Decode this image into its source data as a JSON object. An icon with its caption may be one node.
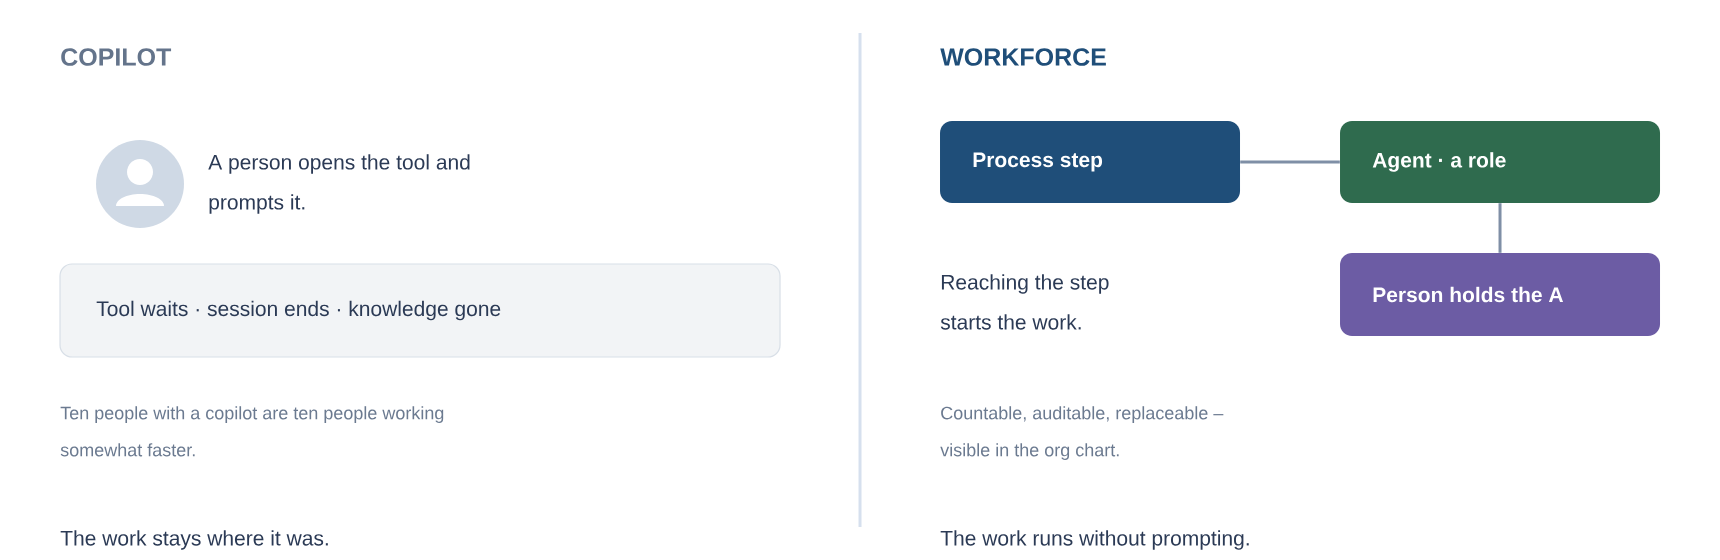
{
  "diagram": {
    "nodes": [
      {
        "text": [],
        "shape": "person",
        "beside": [
          "A person opens the tool and prompts it."
        ]
      },
      {
        "text": [
          "Tool waits · session ends · knowledge gone"
        ]
      },
      {
        "text": [
          "Process step"
        ]
      },
      {
        "text": [
          "Agent · a role"
        ]
      },
      {
        "text": [
          "Person holds the A"
        ]
      }
    ],
    "edges": [
      {
        "from": 2,
        "to": 3,
        "arrow": "none"
      },
      {
        "from": 3,
        "to": 4,
        "arrow": "none"
      }
    ],
    "labels": [
      "COPILOT",
      "Ten people with a copilot are ten people working somewhat faster.",
      "The work stays where it was.",
      "WORKFORCE",
      "Reaching the step starts the work.",
      "Countable, auditable, replaceable – visible in the org chart.",
      "The work runs without prompting."
    ]
  }
}
